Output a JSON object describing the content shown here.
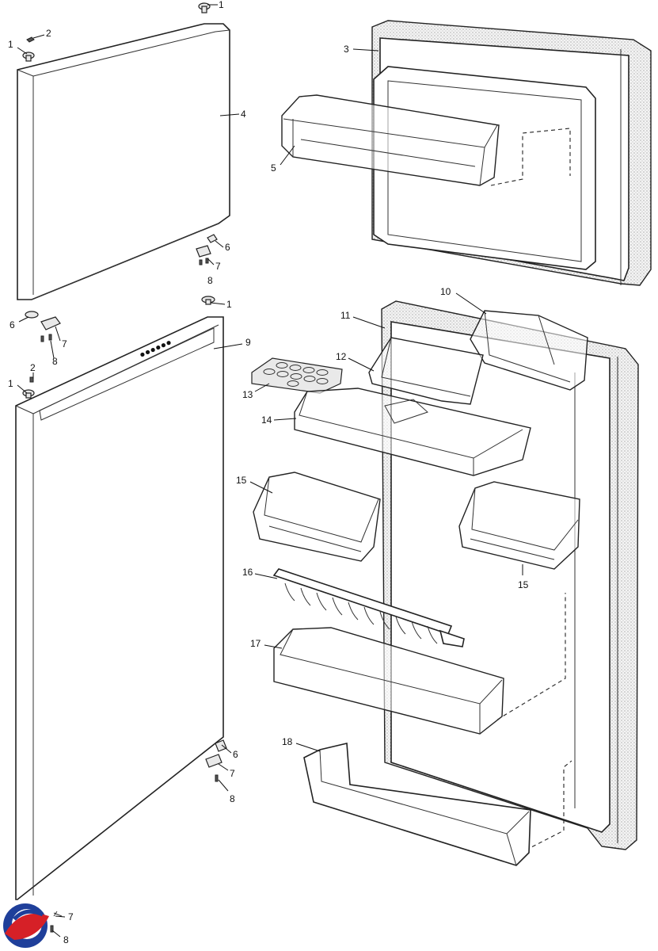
{
  "labels": {
    "n1": "1",
    "n2": "2",
    "n3": "3",
    "n4": "4",
    "n5": "5",
    "n6": "6",
    "n7": "7",
    "n8": "8",
    "n9": "9",
    "n10": "10",
    "n11": "11",
    "n12": "12",
    "n13": "13",
    "n14": "14",
    "n15": "15",
    "n16": "16",
    "n17": "17",
    "n18": "18"
  },
  "colors": {
    "line": "#222222",
    "logo_blue": "#1f3f9a",
    "logo_red": "#d62027"
  },
  "icons": {
    "logo": "brand-swirl-logo"
  }
}
